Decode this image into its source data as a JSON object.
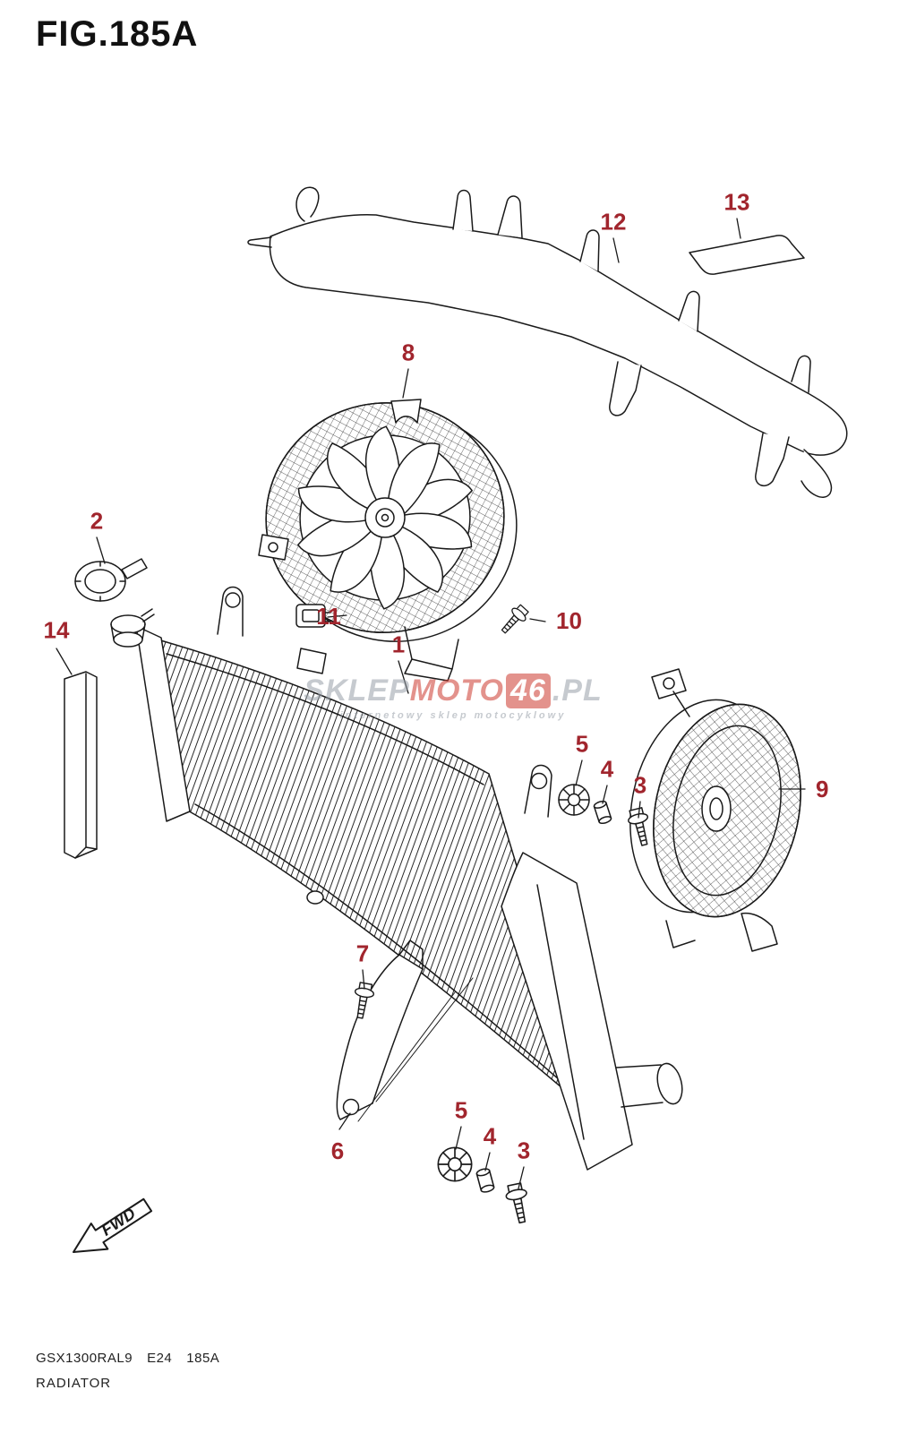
{
  "figure": {
    "title": "FIG.185A"
  },
  "callouts": [
    {
      "part": "radiator-cap",
      "text": "2"
    },
    {
      "part": "side-seal-strip",
      "text": "14"
    },
    {
      "part": "cooling-fan-front",
      "text": "8"
    },
    {
      "part": "upper-bracket",
      "text": "12"
    },
    {
      "part": "foam-pad",
      "text": "13"
    },
    {
      "part": "clip-nut",
      "text": "11"
    },
    {
      "part": "radiator",
      "text": "1"
    },
    {
      "part": "flange-bolt-upper",
      "text": "10"
    },
    {
      "part": "grommet-upper",
      "text": "5"
    },
    {
      "part": "spacer-upper",
      "text": "4"
    },
    {
      "part": "bolt-upper",
      "text": "3"
    },
    {
      "part": "cooling-fan-rear",
      "text": "9"
    },
    {
      "part": "bracket-bolt",
      "text": "7"
    },
    {
      "part": "lower-stay-bracket",
      "text": "6"
    },
    {
      "part": "grommet-lower",
      "text": "5"
    },
    {
      "part": "spacer-lower",
      "text": "4"
    },
    {
      "part": "bolt-lower",
      "text": "3"
    }
  ],
  "watermark": {
    "sklep": "SKLEP",
    "moto": "MOTO",
    "num": "46",
    "pl": ".PL",
    "tagline": "internetowy sklep motocyklowy"
  },
  "fwd": {
    "label": "FWD"
  },
  "footer": {
    "model_code": "GSX1300RAL9",
    "market_code": "E24",
    "figure_code": "185A",
    "part_group": "RADIATOR"
  },
  "colors": {
    "callout_red": "#a1252d",
    "line_black": "#1a1a1a",
    "watermark_red": "#cd3a30",
    "watermark_gray": "#98a0a8"
  }
}
